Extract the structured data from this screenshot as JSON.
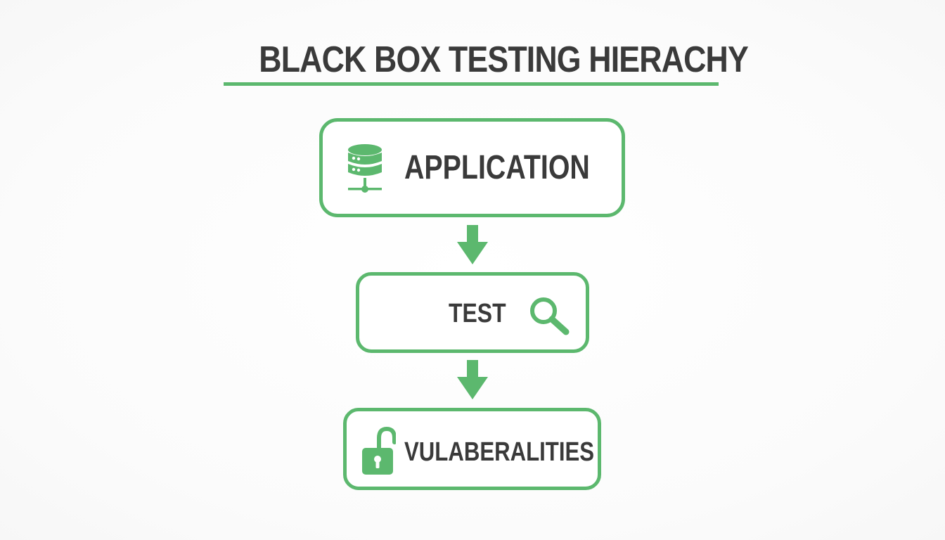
{
  "diagram": {
    "title": "BLACK BOX TESTING HIERACHY",
    "accent_color": "#5cb86e",
    "text_color": "#3a3a3a",
    "nodes": [
      {
        "label": "APPLICATION",
        "icon": "database-server-icon"
      },
      {
        "label": "TEST",
        "icon": "magnifying-glass-icon"
      },
      {
        "label": "VULABERALITIES",
        "icon": "unlocked-padlock-icon"
      }
    ],
    "edges": [
      {
        "from": "APPLICATION",
        "to": "TEST",
        "type": "arrow-down"
      },
      {
        "from": "TEST",
        "to": "VULABERALITIES",
        "type": "arrow-down"
      }
    ]
  }
}
